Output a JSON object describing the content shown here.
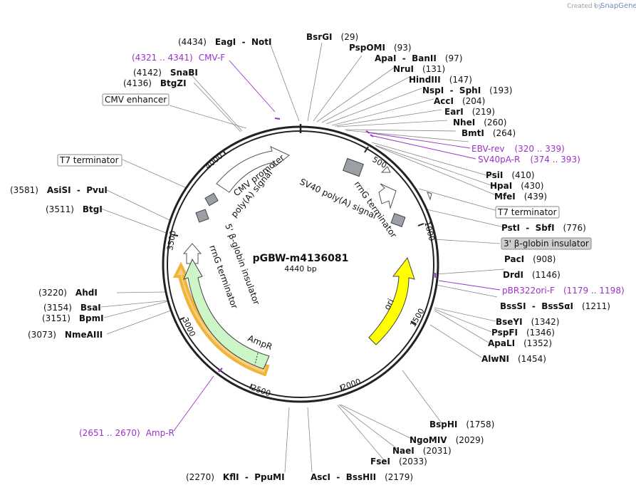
{
  "branding": {
    "created_by": "Created by",
    "product": "SnapGene"
  },
  "plasmid": {
    "name": "pGBW-m4136081",
    "size_label": "4440 bp"
  },
  "ticks": [
    "500",
    "1000",
    "1500",
    "2000",
    "2500",
    "3000",
    "3500",
    "4000"
  ],
  "enzymes": [
    {
      "pos": "(29)",
      "name": "BsrGI"
    },
    {
      "pos": "(93)",
      "name": "PspOMI"
    },
    {
      "pos": "(97)",
      "name": "ApaI  -  BanII"
    },
    {
      "pos": "(131)",
      "name": "NruI"
    },
    {
      "pos": "(147)",
      "name": "HindIII"
    },
    {
      "pos": "(193)",
      "name": "NspI  -  SphI"
    },
    {
      "pos": "(204)",
      "name": "AccI"
    },
    {
      "pos": "(219)",
      "name": "EarI"
    },
    {
      "pos": "(260)",
      "name": "NheI"
    },
    {
      "pos": "(264)",
      "name": "BmtI"
    },
    {
      "pos": "(410)",
      "name": "PsiI"
    },
    {
      "pos": "(430)",
      "name": "HpaI"
    },
    {
      "pos": "(439)",
      "name": "MfeI"
    },
    {
      "pos": "(776)",
      "name": "PstI  -  SbfI"
    },
    {
      "pos": "(908)",
      "name": "PacI"
    },
    {
      "pos": "(1146)",
      "name": "DrdI"
    },
    {
      "pos": "(1211)",
      "name": "BssSI  -  BssSαI"
    },
    {
      "pos": "(1342)",
      "name": "BseYI"
    },
    {
      "pos": "(1346)",
      "name": "PspFI"
    },
    {
      "pos": "(1352)",
      "name": "ApaLI"
    },
    {
      "pos": "(1454)",
      "name": "AlwNI"
    },
    {
      "pos": "(1758)",
      "name": "BspHI"
    },
    {
      "pos": "(2029)",
      "name": "NgoMIV"
    },
    {
      "pos": "(2031)",
      "name": "NaeI"
    },
    {
      "pos": "(2033)",
      "name": "FseI"
    },
    {
      "pos": "(2179)",
      "name": "AscI  -  BssHII"
    },
    {
      "pos": "(2270)",
      "name": "KflI  -  PpuMI"
    },
    {
      "pos": "(3073)",
      "name": "NmeAIII"
    },
    {
      "pos": "(3151)",
      "name": "BpmI"
    },
    {
      "pos": "(3154)",
      "name": "BsaI"
    },
    {
      "pos": "(3220)",
      "name": "AhdI"
    },
    {
      "pos": "(3511)",
      "name": "BtgI"
    },
    {
      "pos": "(3581)",
      "name": "AsiSI  -  PvuI"
    },
    {
      "pos": "(4136)",
      "name": "BtgZI"
    },
    {
      "pos": "(4142)",
      "name": "SnaBI"
    },
    {
      "pos": "(4434)",
      "name": "EagI  -  NotI"
    }
  ],
  "primers": [
    {
      "range": "(4321 .. 4341)",
      "name": "CMV-F"
    },
    {
      "range": "(320 .. 339)",
      "name": "EBV-rev"
    },
    {
      "range": "(374 .. 393)",
      "name": "SV40pA-R"
    },
    {
      "range": "(1179 .. 1198)",
      "name": "pBR322ori-F"
    },
    {
      "range": "(2651 .. 2670)",
      "name": "Amp-R"
    }
  ],
  "boxed_labels": {
    "cmv_enhancer": "CMV enhancer",
    "t7_left": "T7 terminator",
    "t7_right": "T7 terminator",
    "beta_globin_right": "3' β-globin insulator"
  },
  "features": {
    "cmv_promoter": "CMV promoter",
    "polya_left": "poly(A) signal",
    "sv40_polya": "SV40 poly(A) signal",
    "rrng_right": "rrnG terminator",
    "beta_globin_left": "5' β-globin insulator",
    "rrng_left": "rrnG terminator",
    "ori": "ori",
    "ampr": "AmpR"
  },
  "colors": {
    "backbone": "#222222",
    "primer": "#9b32c8",
    "ori_fill": "#ffff00",
    "ampr_fill": "#ccf5c8",
    "ampr_highlight": "#f0b43c",
    "terminator_fill": "#9aa0a6",
    "insulator_box": "#cfcfcf"
  }
}
